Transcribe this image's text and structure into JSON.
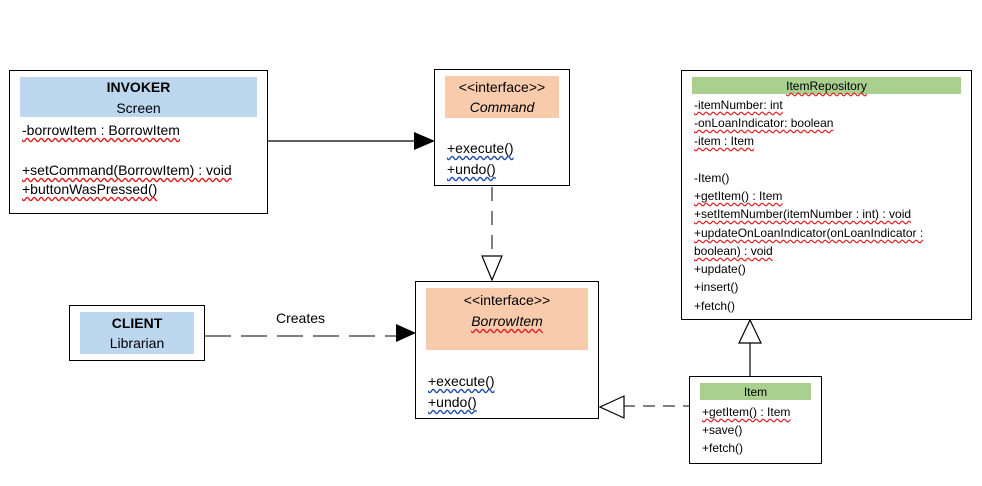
{
  "invoker": {
    "stereotype": "INVOKER",
    "name": "Screen",
    "attributes": [
      "-borrowItem : BorrowItem"
    ],
    "methods": [
      "+setCommand(BorrowItem) : void",
      "+buttonWasPressed()"
    ]
  },
  "command": {
    "stereotype": "<<interface>>",
    "name": "Command",
    "methods": [
      "+execute()",
      "+undo()"
    ]
  },
  "borrow_item": {
    "stereotype": "<<interface>>",
    "name": "BorrowItem",
    "methods": [
      "+execute()",
      "+undo()"
    ]
  },
  "client": {
    "stereotype": "CLIENT",
    "name": "Librarian"
  },
  "creates_label": "Creates",
  "item_repository": {
    "name": "ItemRepository",
    "attributes": [
      "-itemNumber: int",
      "-onLoanIndicator: boolean",
      "-item : Item"
    ],
    "methods": [
      "-Item()",
      "+getItem() : Item",
      "+setItemNumber(itemNumber : int) : void",
      "+updateOnLoanIndicator(onLoanIndicator :",
      "boolean) : void",
      "+update()",
      "+insert()",
      "+fetch()"
    ]
  },
  "item": {
    "name": "Item",
    "methods": [
      "+getItem() : Item",
      "+save()",
      "+fetch()"
    ]
  }
}
